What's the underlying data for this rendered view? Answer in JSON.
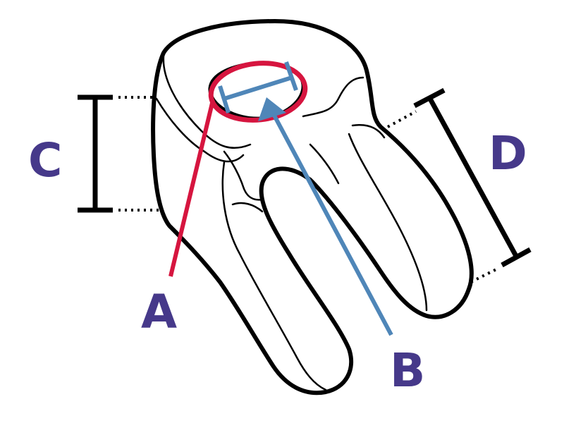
{
  "diagram": {
    "labels": {
      "A": "A",
      "B": "B",
      "C": "C",
      "D": "D"
    },
    "colors": {
      "outline": "#000000",
      "label_text": "#46398a",
      "ring_a": "#d6153f",
      "arrow_b": "#4f86b8",
      "dimension": "#000000",
      "fill": "#ffffff"
    }
  }
}
